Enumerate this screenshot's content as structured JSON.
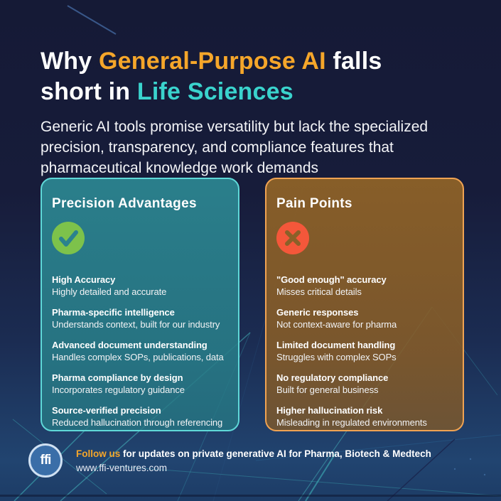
{
  "colors": {
    "background_top": "#151a36",
    "background_bottom": "#214470",
    "accent_orange": "#F5A62A",
    "accent_teal": "#3AD3CD",
    "card_left_bg": "#2B828E",
    "card_left_border": "#5FD8D8",
    "card_right_bg": "#8B6028",
    "card_right_border": "#F0A352",
    "check_circle": "#7DC24B",
    "cross_circle": "#F4573A",
    "logo_bg": "#3A6EA8"
  },
  "header": {
    "title_line1": {
      "pre": "Why ",
      "highlight": "General-Purpose AI",
      "post": " falls"
    },
    "title_line2": {
      "pre": "short in ",
      "highlight": "Life Sciences"
    },
    "subtitle": "Generic AI tools promise versatility but lack the specialized precision, transparency, and compliance features that pharmaceutical knowledge work demands"
  },
  "cards": {
    "left": {
      "title": "Precision Advantages",
      "icon": "check-icon",
      "items": [
        {
          "title": "High Accuracy",
          "desc": "Highly detailed and accurate"
        },
        {
          "title": "Pharma-specific intelligence",
          "desc": "Understands context, built for our industry"
        },
        {
          "title": "Advanced document understanding",
          "desc": "Handles complex SOPs, publications, data"
        },
        {
          "title": "Pharma compliance by design",
          "desc": "Incorporates regulatory guidance"
        },
        {
          "title": "Source-verified precision",
          "desc": "Reduced hallucination through referencing"
        }
      ]
    },
    "right": {
      "title": "Pain Points",
      "icon": "cross-icon",
      "items": [
        {
          "title": "\"Good enough\" accuracy",
          "desc": "Misses critical details"
        },
        {
          "title": "Generic responses",
          "desc": "Not context-aware for pharma"
        },
        {
          "title": "Limited document handling",
          "desc": "Struggles with complex SOPs"
        },
        {
          "title": "No regulatory compliance",
          "desc": "Built for general business"
        },
        {
          "title": "Higher hallucination risk",
          "desc": "Misleading in regulated environments"
        }
      ]
    }
  },
  "footer": {
    "logo_text": "ffi",
    "cta_highlight": "Follow us",
    "cta_rest": " for updates on private generative AI for Pharma, Biotech & Medtech",
    "website": "www.ffi-ventures.com"
  }
}
